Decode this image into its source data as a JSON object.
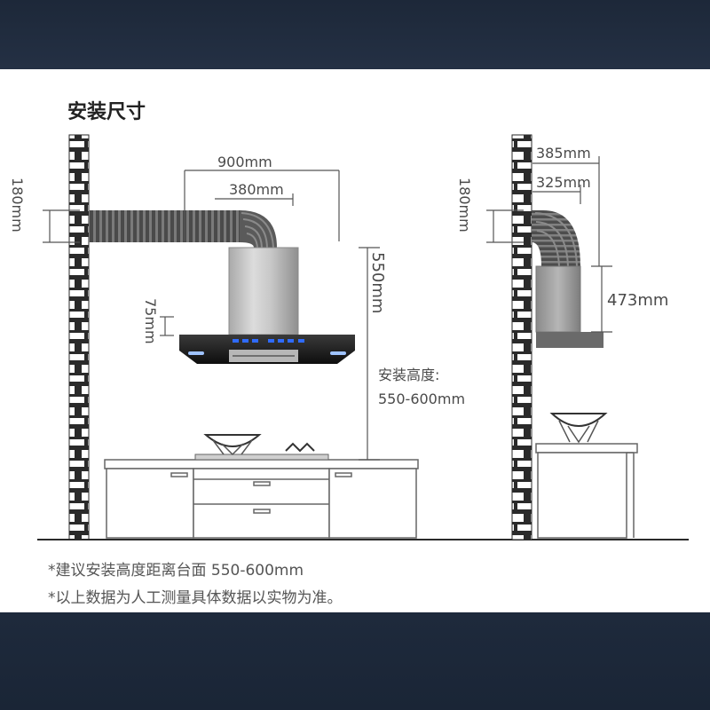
{
  "title": "安装尺寸",
  "labels": {
    "width_total": "900mm",
    "width_duct_offset": "380mm",
    "duct_height_left": "180mm",
    "hood_height": "550mm",
    "panel_height": "75mm",
    "install_height_label": "安装高度:",
    "install_height_value": "550-600mm",
    "duct_height_right": "180mm",
    "side_depth_outer": "385mm",
    "side_depth_inner": "325mm",
    "side_body_height": "473mm"
  },
  "notes": [
    "*建议安装高度距离台面 550-600mm",
    "*以上数据为人工测量具体数据以实物为准。"
  ],
  "colors": {
    "background_band": "#1f2a3a",
    "brick": "#2a2a2a",
    "hood_glass": "#1b1b1b",
    "hood_lights": "#2f6bff",
    "dimension_line": "#555555"
  }
}
